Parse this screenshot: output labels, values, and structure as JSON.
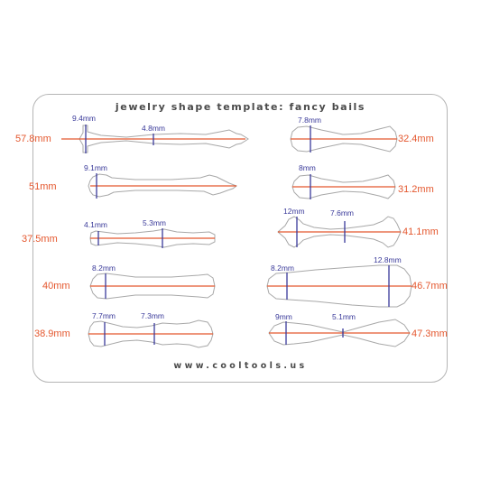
{
  "template": {
    "title": "jewelry shape template: fancy bails",
    "website": "www.cooltools.us"
  },
  "colors": {
    "outline": "#a8a8a8",
    "length_line": "#e4572e",
    "width_line": "#3a3a9a",
    "length_text": "#e4572e",
    "width_text": "#3a3a9a"
  },
  "bails": [
    {
      "id": "bail-1",
      "column": "left",
      "length": "57.8mm",
      "widths": [
        "9.4mm",
        "4.8mm"
      ]
    },
    {
      "id": "bail-2",
      "column": "left",
      "length": "51mm",
      "widths": [
        "9.1mm"
      ]
    },
    {
      "id": "bail-3",
      "column": "left",
      "length": "37.5mm",
      "widths": [
        "4.1mm",
        "5.3mm"
      ]
    },
    {
      "id": "bail-4",
      "column": "left",
      "length": "40mm",
      "widths": [
        "8.2mm"
      ]
    },
    {
      "id": "bail-5",
      "column": "left",
      "length": "38.9mm",
      "widths": [
        "7.7mm",
        "7.3mm"
      ]
    },
    {
      "id": "bail-6",
      "column": "right",
      "length": "32.4mm",
      "widths": [
        "7.8mm"
      ]
    },
    {
      "id": "bail-7",
      "column": "right",
      "length": "31.2mm",
      "widths": [
        "8mm"
      ]
    },
    {
      "id": "bail-8",
      "column": "right",
      "length": "41.1mm",
      "widths": [
        "12mm",
        "7.6mm"
      ]
    },
    {
      "id": "bail-9",
      "column": "right",
      "length": "46.7mm",
      "widths": [
        "8.2mm",
        "12.8mm"
      ]
    },
    {
      "id": "bail-10",
      "column": "right",
      "length": "47.3mm",
      "widths": [
        "9mm",
        "5.1mm"
      ]
    }
  ]
}
